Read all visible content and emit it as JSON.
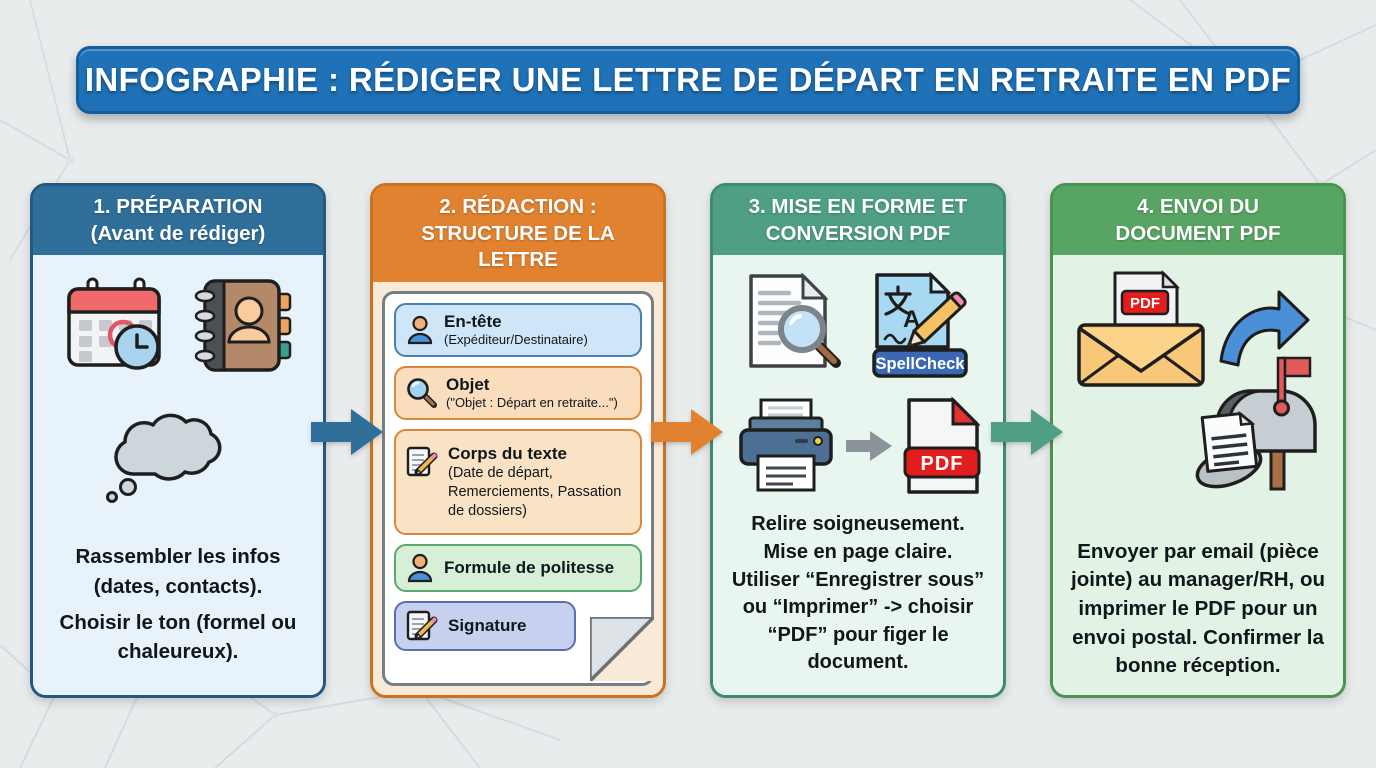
{
  "title": "INFOGRAPHIE : RÉDIGER UNE LETTRE DE DÉPART EN RETRAITE EN PDF",
  "colors": {
    "background": "#e9eced",
    "title_bar": "#1f72b8",
    "step1_accent": "#2f6f99",
    "step2_accent": "#e0822f",
    "step3_accent": "#4f9f86",
    "step4_accent": "#58a563",
    "arrow_1": "#2f6f99",
    "arrow_2": "#e0822f",
    "arrow_3": "#4f9f86"
  },
  "steps": [
    {
      "header_line1": "1. PRÉPARATION",
      "header_line2": "(Avant de rédiger)",
      "body_line1": "Rassembler les infos (dates, contacts).",
      "body_line2": "Choisir le ton (formel ou chaleureux).",
      "icons": [
        "calendar-clock",
        "address-book",
        "thought-cloud"
      ]
    },
    {
      "header_line1": "2. RÉDACTION :",
      "header_line2": "STRUCTURE DE LA LETTRE",
      "boxes": [
        {
          "title": "En-tête",
          "subtitle": "(Expéditeur/Destinataire)",
          "icon": "person"
        },
        {
          "title": "Objet",
          "subtitle": "(\"Objet : Départ en retraite...\")",
          "icon": "magnifier"
        },
        {
          "title": "Corps du texte",
          "subtitle": "(Date de départ, Remerciements, Passation de dossiers)",
          "icon": "document-pencil"
        },
        {
          "title": "Formule de politesse",
          "icon": "person"
        },
        {
          "title": "Signature",
          "icon": "document-pencil"
        }
      ]
    },
    {
      "header_line1": "3. MISE EN FORME ET",
      "header_line2": "CONVERSION PDF",
      "body": "Relire soigneusement. Mise en page claire. Utiliser “Enregistrer sous” ou “Imprimer” -> choisir “PDF” pour figer le document.",
      "labels": {
        "spellcheck": "SpellCheck",
        "pdf": "PDF"
      },
      "icons": [
        "document-magnifier",
        "spellcheck",
        "printer",
        "arrow-right",
        "pdf-file"
      ]
    },
    {
      "header_line1": "4. ENVOI DU",
      "header_line2": "DOCUMENT PDF",
      "body": "Envoyer par email (pièce jointe) au manager/RH, ou imprimer le PDF pour un envoi postal. Confirmer la bonne réception.",
      "labels": {
        "pdf": "PDF"
      },
      "icons": [
        "envelope-pdf",
        "curved-arrow",
        "mailbox"
      ]
    }
  ]
}
